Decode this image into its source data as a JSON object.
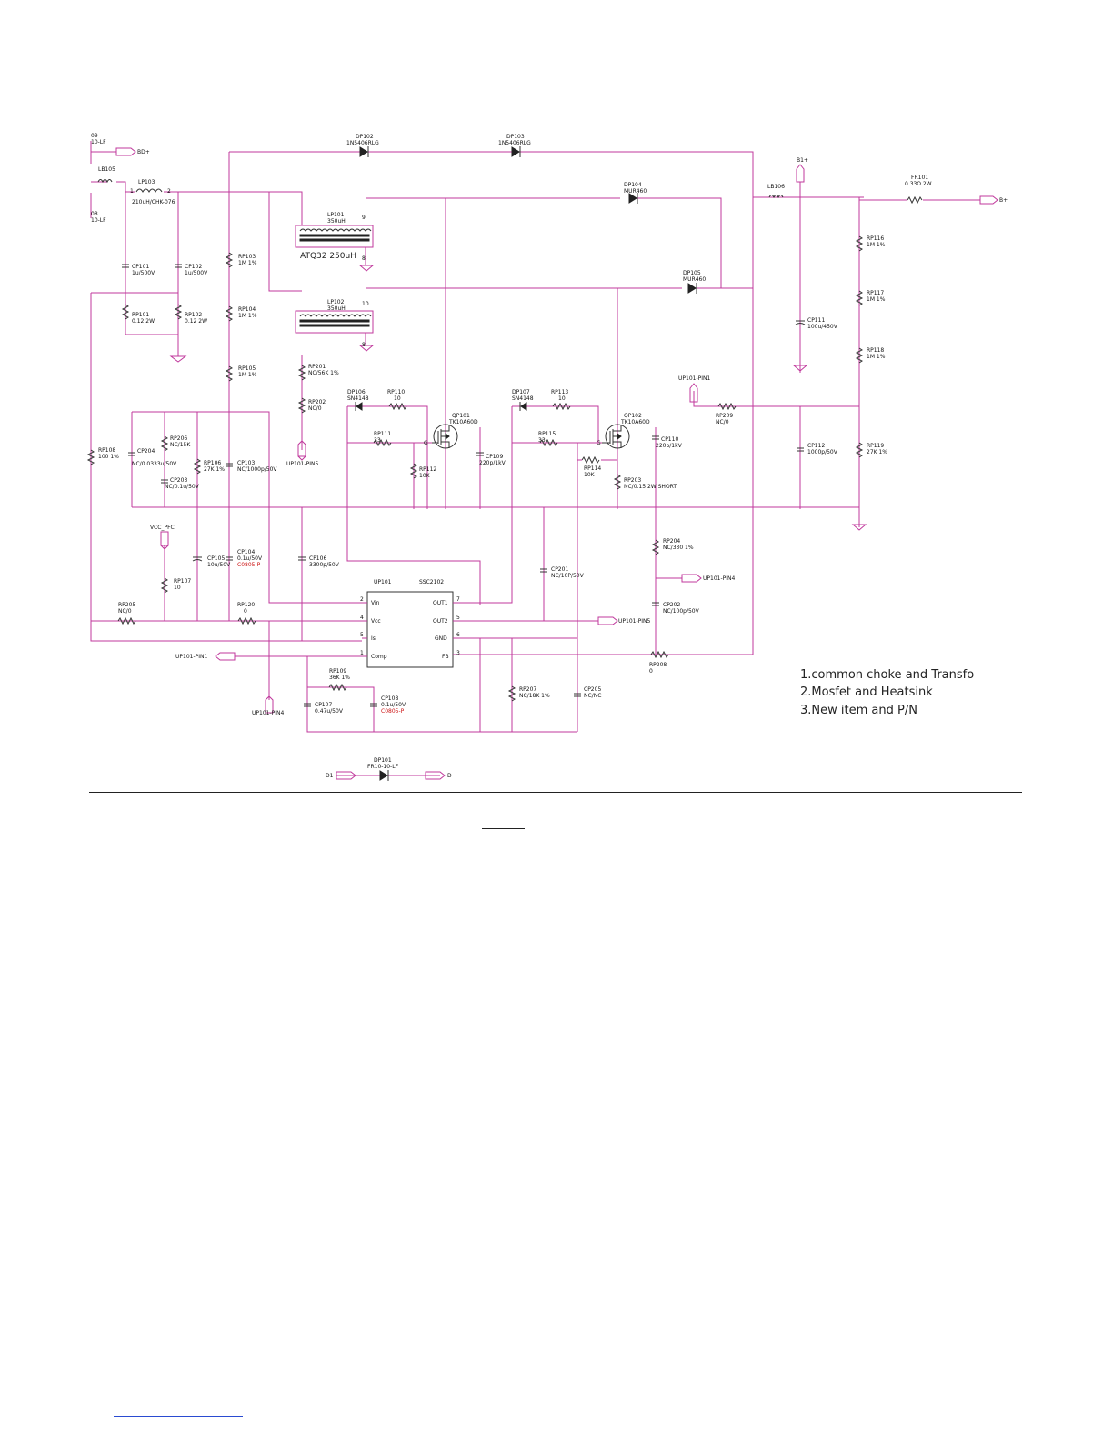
{
  "diagram": {
    "nets": {
      "bd_plus": "BD+",
      "b1_plus": "B1+",
      "b_plus": "B+",
      "vcc_pfc": "VCC_PFC",
      "up101_pin1": "UP101-PIN1",
      "up101_pin4": "UP101-PIN4",
      "up101_pin5": "UP101-PIN5",
      "d1": "D1",
      "d": "D"
    },
    "partial_labels": {
      "top_ref": "09",
      "top_part": "10-LF",
      "mid_ref": "08",
      "mid_part": "10-LF"
    },
    "components": {
      "lb105": {
        "ref": "LB105"
      },
      "lp103": {
        "ref": "LP103",
        "value": "210uH/CHK-076",
        "pin1": "1",
        "pin2": "2"
      },
      "cp101": {
        "ref": "CP101",
        "value": "1u/500V"
      },
      "cp102": {
        "ref": "CP102",
        "value": "1u/500V"
      },
      "rp101": {
        "ref": "RP101",
        "value": "0.12 2W"
      },
      "rp102": {
        "ref": "RP102",
        "value": "0.12 2W"
      },
      "dp102": {
        "ref": "DP102",
        "value": "1N5406RLG"
      },
      "dp103": {
        "ref": "DP103",
        "value": "1N5406RLG"
      },
      "dp104": {
        "ref": "DP104",
        "value": "MUR460"
      },
      "dp105": {
        "ref": "DP105",
        "value": "MUR460"
      },
      "lp101": {
        "ref": "LP101",
        "value": "350uH",
        "core": "ATQ32  250uH",
        "pin_a": "9",
        "pin_b": "8"
      },
      "lp102": {
        "ref": "LP102",
        "value": "350uH",
        "pin_a": "10",
        "pin_b": "8"
      },
      "rp103": {
        "ref": "RP103",
        "value": "1M 1%"
      },
      "rp104": {
        "ref": "RP104",
        "value": "1M 1%"
      },
      "rp105": {
        "ref": "RP105",
        "value": "1M 1%"
      },
      "rp201": {
        "ref": "RP201",
        "value": "NC/56K 1%"
      },
      "rp202": {
        "ref": "RP202",
        "value": "NC/0"
      },
      "lb106": {
        "ref": "LB106"
      },
      "cp111": {
        "ref": "CP111",
        "value": "100u/450V"
      },
      "fr101": {
        "ref": "FR101",
        "value": "0.33Ω 2W"
      },
      "rp116": {
        "ref": "RP116",
        "value": "1M 1%"
      },
      "rp117": {
        "ref": "RP117",
        "value": "1M 1%"
      },
      "rp118": {
        "ref": "RP118",
        "value": "1M 1%"
      },
      "rp119": {
        "ref": "RP119",
        "value": "27K 1%"
      },
      "cp112": {
        "ref": "CP112",
        "value": "1000p/50V"
      },
      "rp209": {
        "ref": "RP209",
        "value": "NC/0"
      },
      "dp106": {
        "ref": "DP106",
        "value": "SN4148"
      },
      "rp110": {
        "ref": "RP110",
        "value": "10"
      },
      "rp111": {
        "ref": "RP111",
        "value": "33"
      },
      "rp112": {
        "ref": "RP112",
        "value": "10K"
      },
      "qp101": {
        "ref": "QP101",
        "value": "TK10A60D",
        "gate": "G"
      },
      "cp109": {
        "ref": "CP109",
        "value": "220p/1kV"
      },
      "dp107": {
        "ref": "DP107",
        "value": "SN4148"
      },
      "rp113": {
        "ref": "RP113",
        "value": "10"
      },
      "rp115": {
        "ref": "RP115",
        "value": "33"
      },
      "rp114": {
        "ref": "RP114",
        "value": "10K"
      },
      "qp102": {
        "ref": "QP102",
        "value": "TK10A60D",
        "gate": "G"
      },
      "cp110": {
        "ref": "CP110",
        "value": "220p/1kV"
      },
      "rp203": {
        "ref": "RP203",
        "value": "NC/0.15 2W SHORT"
      },
      "rp108": {
        "ref": "RP108",
        "value": "100 1%"
      },
      "cp204": {
        "ref": "CP204",
        "value": "NC/0.0333u/50V"
      },
      "rp206": {
        "ref": "RP206",
        "value": "NC/15K"
      },
      "cp203": {
        "ref": "CP203",
        "value": "NC/0.1u/50V"
      },
      "rp106": {
        "ref": "RP106",
        "value": "27K 1%"
      },
      "cp103": {
        "ref": "CP103",
        "value": "NC/1000p/50V"
      },
      "cp105": {
        "ref": "CP105",
        "value": "10u/50V"
      },
      "cp104": {
        "ref": "CP104",
        "value": "0.1u/50V",
        "pkg": "C0805-P"
      },
      "cp106": {
        "ref": "CP106",
        "value": "3300p/50V"
      },
      "cp201": {
        "ref": "CP201",
        "value": "NC/10P/50V"
      },
      "rp204": {
        "ref": "RP204",
        "value": "NC/330 1%"
      },
      "cp202": {
        "ref": "CP202",
        "value": "NC/100p/50V"
      },
      "rp107": {
        "ref": "RP107",
        "value": "10"
      },
      "rp205": {
        "ref": "RP205",
        "value": "NC/0"
      },
      "rp120": {
        "ref": "RP120",
        "value": "0"
      },
      "rp109": {
        "ref": "RP109",
        "value": "36K 1%"
      },
      "cp107": {
        "ref": "CP107",
        "value": "0.47u/50V"
      },
      "cp108": {
        "ref": "CP108",
        "value": "0.1u/50V",
        "pkg": "C0805-P"
      },
      "rp207": {
        "ref": "RP207",
        "value": "NC/18K 1%"
      },
      "cp205": {
        "ref": "CP205",
        "value": "NC/NC"
      },
      "rp208": {
        "ref": "RP208",
        "value": "0"
      },
      "dp101": {
        "ref": "DP101",
        "value": "FR10-10-LF"
      }
    },
    "ic": {
      "ref": "UP101",
      "part": "SSC2102",
      "pins_left": [
        {
          "num": "2",
          "name": "Vin"
        },
        {
          "num": "4",
          "name": "Vcc"
        },
        {
          "num": "5",
          "name": "Is"
        },
        {
          "num": "1",
          "name": "Comp"
        }
      ],
      "pins_right": [
        {
          "num": "7",
          "name": "OUT1"
        },
        {
          "num": "5",
          "name": "OUT2"
        },
        {
          "num": "6",
          "name": "GND"
        },
        {
          "num": "3",
          "name": "FB"
        }
      ]
    },
    "notes": [
      "1.common choke and Transfo",
      "2.Mosfet and Heatsink",
      "3.New item and P/N"
    ]
  }
}
